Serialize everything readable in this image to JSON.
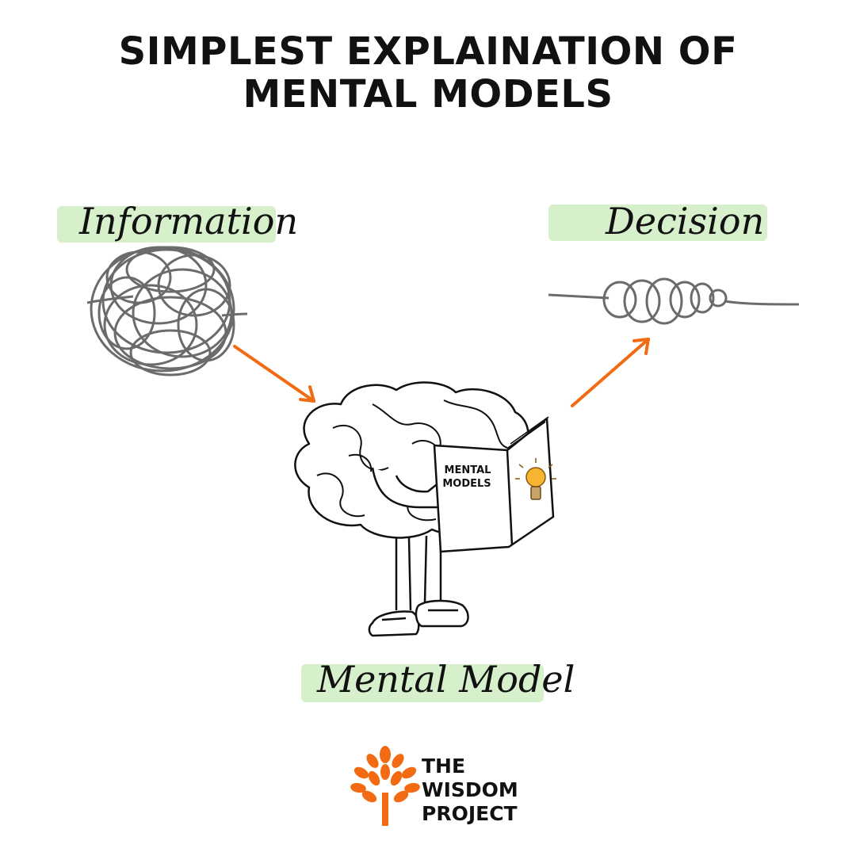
{
  "title": {
    "line1": "SIMPLEST EXPLAINATION OF",
    "line2": "MENTAL MODELS"
  },
  "labels": {
    "information": "Information",
    "decision": "Decision",
    "mental_model": "Mental Model"
  },
  "book": {
    "line1": "MENTAL",
    "line2": "MODELS"
  },
  "logo": {
    "line1": "THE",
    "line2": "WISDOM",
    "line3": "PROJECT"
  },
  "colors": {
    "accent": "#f26b13",
    "highlight": "#d6f0cc",
    "ink": "#111111",
    "scribble": "#6b6b6b"
  },
  "icons": [
    "tangled-scribble-icon",
    "loose-knot-icon",
    "brain-character-icon",
    "lightbulb-icon",
    "tree-logo-icon"
  ]
}
